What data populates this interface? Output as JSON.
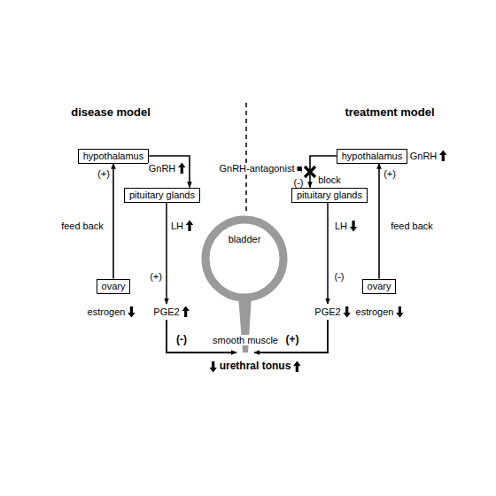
{
  "diagram": {
    "nodes": [
      {
        "text": [
          "hypothalamus"
        ]
      },
      {
        "text": [
          "pituitary glands"
        ]
      },
      {
        "text": [
          "ovary"
        ]
      },
      {
        "text": [
          "hypothalamus"
        ]
      },
      {
        "text": [
          "pituitary glands"
        ]
      },
      {
        "text": [
          "ovary"
        ]
      },
      {
        "text": [
          "bladder"
        ]
      }
    ],
    "edges": [
      {
        "from": 0,
        "to": 1,
        "arrow": "to"
      },
      {
        "from": 2,
        "to": 0,
        "arrow": "to"
      },
      {
        "from": 3,
        "to": 4,
        "arrow": "to"
      },
      {
        "from": 5,
        "to": 3,
        "arrow": "to"
      }
    ],
    "labels": [
      "disease model",
      "treatment model",
      "GnRH",
      "(+)",
      "LH",
      "(+)",
      "feed back",
      "PGE2",
      "estrogen",
      "(-)",
      "smooth muscle",
      "(+)",
      "urethral tonus",
      "GnRH-antagonist",
      "block",
      "(-)",
      "GnRH",
      "(+)",
      "LH",
      "(-)",
      "PGE2",
      "estrogen",
      "feed back"
    ]
  }
}
